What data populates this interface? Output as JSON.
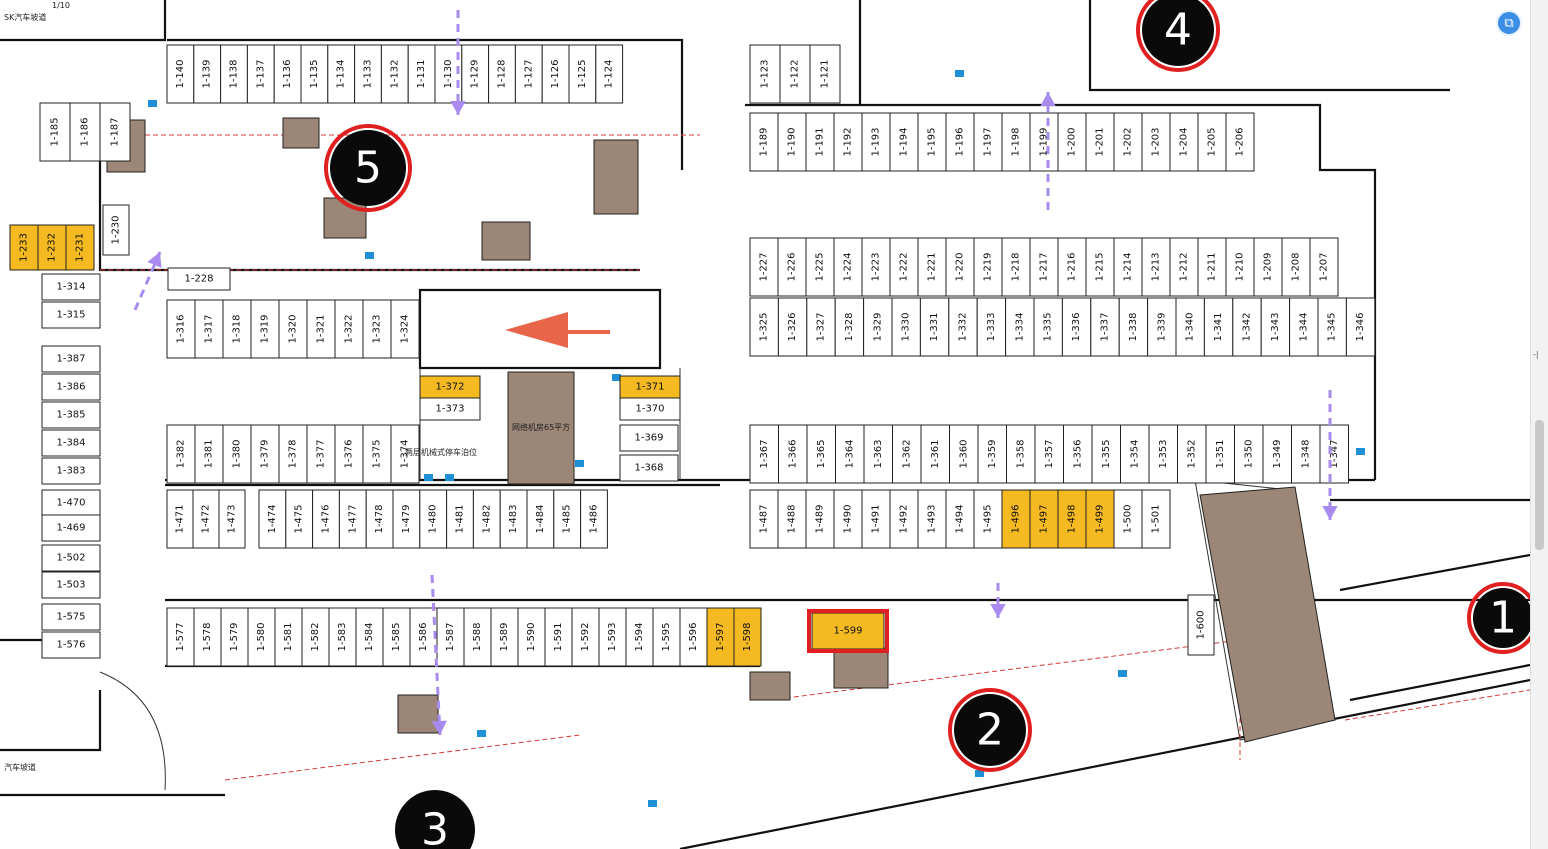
{
  "page": {
    "ramp_label_top": "SK汽车坡道",
    "ramp_label_bottom": "汽车坡道",
    "lift_label": "两层机械式停车泊位",
    "central_room_label": "网络机房65平方",
    "scale_note": "1/10"
  },
  "markers": [
    "1",
    "2",
    "3",
    "4",
    "5"
  ],
  "stalls_top_row": [
    "1-140",
    "1-139",
    "1-138",
    "1-137",
    "1-136",
    "1-135",
    "1-134",
    "1-133",
    "1-132",
    "1-131",
    "1-130",
    "1-129",
    "1-128",
    "1-127",
    "1-126",
    "1-125",
    "1-124"
  ],
  "stalls_mid1_a": [
    "1-189",
    "1-190",
    "1-191",
    "1-192",
    "1-193",
    "1-194",
    "1-195",
    "1-196",
    "1-197",
    "1-198",
    "1-199",
    "1-200",
    "1-201",
    "1-202",
    "1-203",
    "1-204",
    "1-205",
    "1-206"
  ],
  "stalls_mid2_a": [
    "1-227",
    "1-226",
    "1-225",
    "1-224",
    "1-223",
    "1-222",
    "1-221",
    "1-220",
    "1-219",
    "1-218",
    "1-217",
    "1-216",
    "1-215",
    "1-214",
    "1-213",
    "1-212",
    "1-211",
    "1-210",
    "1-209",
    "1-208",
    "1-207"
  ],
  "stalls_mid2_b": [
    "1-325",
    "1-326",
    "1-327",
    "1-328",
    "1-329",
    "1-330",
    "1-331",
    "1-332",
    "1-333",
    "1-334",
    "1-335",
    "1-336",
    "1-337",
    "1-338",
    "1-339",
    "1-340",
    "1-341",
    "1-342",
    "1-343",
    "1-344",
    "1-345",
    "1-346"
  ],
  "stalls_left_b": [
    "1-316",
    "1-317",
    "1-318",
    "1-319",
    "1-320",
    "1-321",
    "1-322",
    "1-323",
    "1-324"
  ],
  "stalls_left_c": [
    "1-382",
    "1-381",
    "1-380",
    "1-379",
    "1-378",
    "1-377",
    "1-376",
    "1-375",
    "1-374"
  ],
  "stalls_left_d": [
    "1-471",
    "1-472",
    "1-473",
    "1-474",
    "1-475",
    "1-476",
    "1-477",
    "1-478",
    "1-479",
    "1-480",
    "1-481",
    "1-482",
    "1-483",
    "1-484",
    "1-485",
    "1-486"
  ],
  "stalls_right_c": [
    "1-367",
    "1-366",
    "1-365",
    "1-364",
    "1-363",
    "1-362",
    "1-361",
    "1-360",
    "1-359",
    "1-358",
    "1-357",
    "1-356",
    "1-355",
    "1-354",
    "1-353",
    "1-352",
    "1-351",
    "1-350",
    "1-349",
    "1-348",
    "1-347"
  ],
  "stalls_right_d": [
    "1-487",
    "1-488",
    "1-489",
    "1-490",
    "1-491",
    "1-492",
    "1-493",
    "1-494",
    "1-495",
    "1-496",
    "1-497",
    "1-498",
    "1-499",
    "1-500",
    "1-501"
  ],
  "stalls_bottom": [
    "1-577",
    "1-578",
    "1-579",
    "1-580",
    "1-581",
    "1-582",
    "1-583",
    "1-584",
    "1-585",
    "1-586",
    "1-587",
    "1-588",
    "1-589",
    "1-590",
    "1-591",
    "1-592",
    "1-593",
    "1-594",
    "1-595",
    "1-596",
    "1-597",
    "1-598"
  ],
  "stalls_left_col": [
    "1-314",
    "1-315",
    "1-387",
    "1-386",
    "1-385",
    "1-384",
    "1-383",
    "1-470",
    "1-469",
    "1-502",
    "1-503",
    "1-575",
    "1-576"
  ],
  "stalls_top_left": [
    "1-185",
    "1-186",
    "1-187"
  ],
  "stalls_yellow_left": [
    "1-233",
    "1-232",
    "1-231"
  ],
  "stalls_center": [
    "1-372",
    "1-373",
    "1-371",
    "1-370",
    "1-369",
    "1-368"
  ],
  "stall_230": "1-230",
  "stall_228": "1-228",
  "stall_599": "1-599",
  "stall_600": "1-600",
  "stalls_top_right": [
    "1-123",
    "1-122",
    "1-121"
  ],
  "highlighted_stalls": [
    "1-233",
    "1-232",
    "1-231",
    "1-372",
    "1-371",
    "1-496",
    "1-497",
    "1-498",
    "1-499",
    "1-597",
    "1-598",
    "1-599"
  ],
  "colors": {
    "highlight": "#f5b921",
    "room": "#9b8677",
    "selection_box": "#e02020",
    "arrow_orange": "#e8654a",
    "arrow_purple": "#a98bf0",
    "cyan_mark": "#1f90d6"
  }
}
